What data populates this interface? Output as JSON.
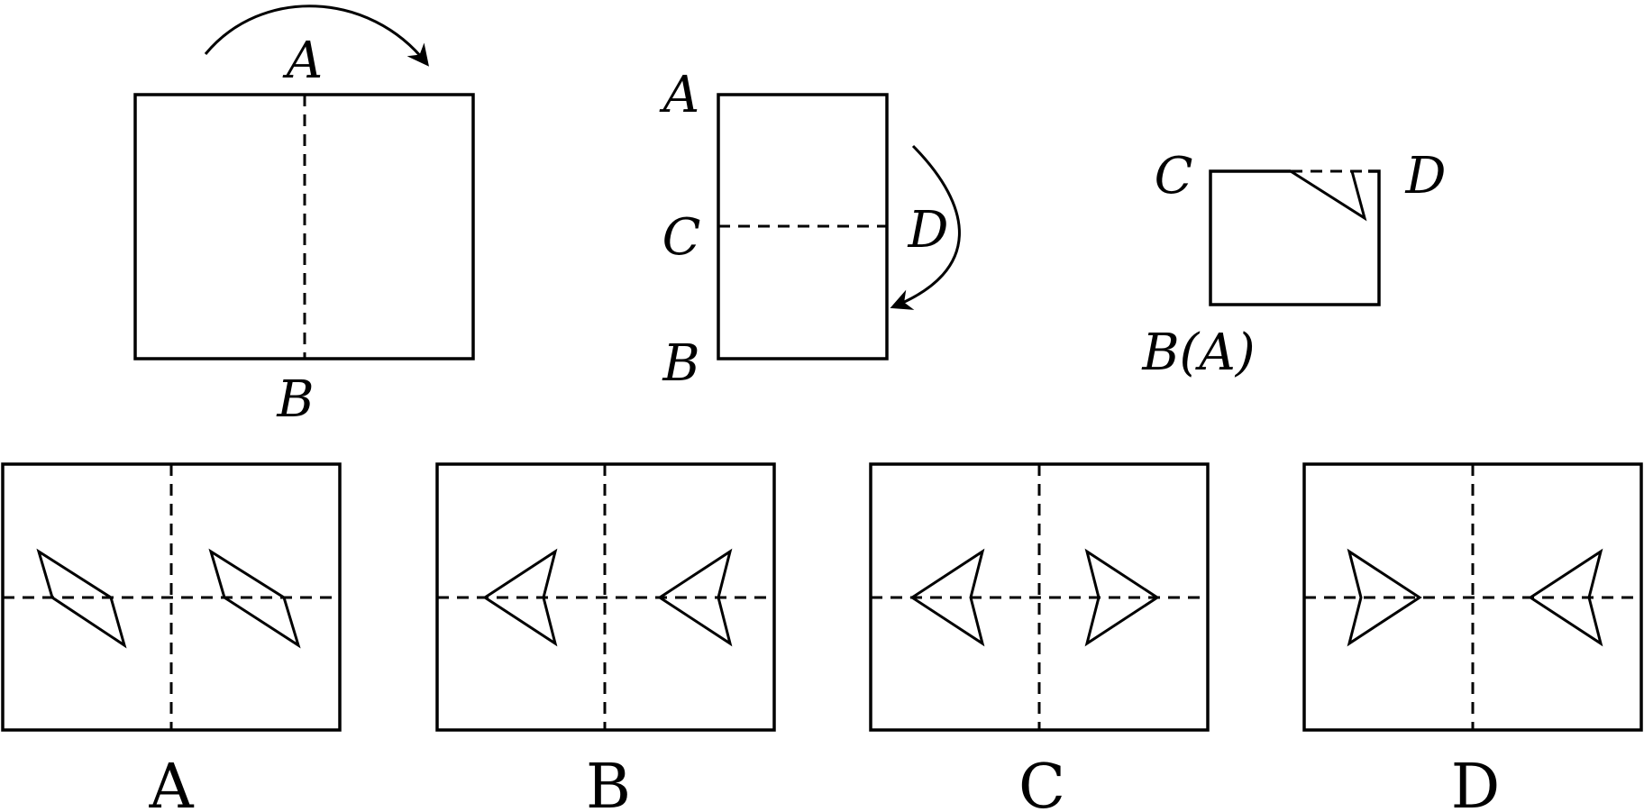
{
  "steps": {
    "step1": {
      "top_label": "A",
      "bottom_label": "B"
    },
    "step2": {
      "top_label": "A",
      "middle_left_label": "C",
      "middle_right_label": "D",
      "bottom_label": "B"
    },
    "step3": {
      "top_left_label": "C",
      "top_right_label": "D",
      "bottom_left_label": "B(A)"
    }
  },
  "options": [
    {
      "label": "A"
    },
    {
      "label": "B"
    },
    {
      "label": "C"
    },
    {
      "label": "D"
    }
  ]
}
